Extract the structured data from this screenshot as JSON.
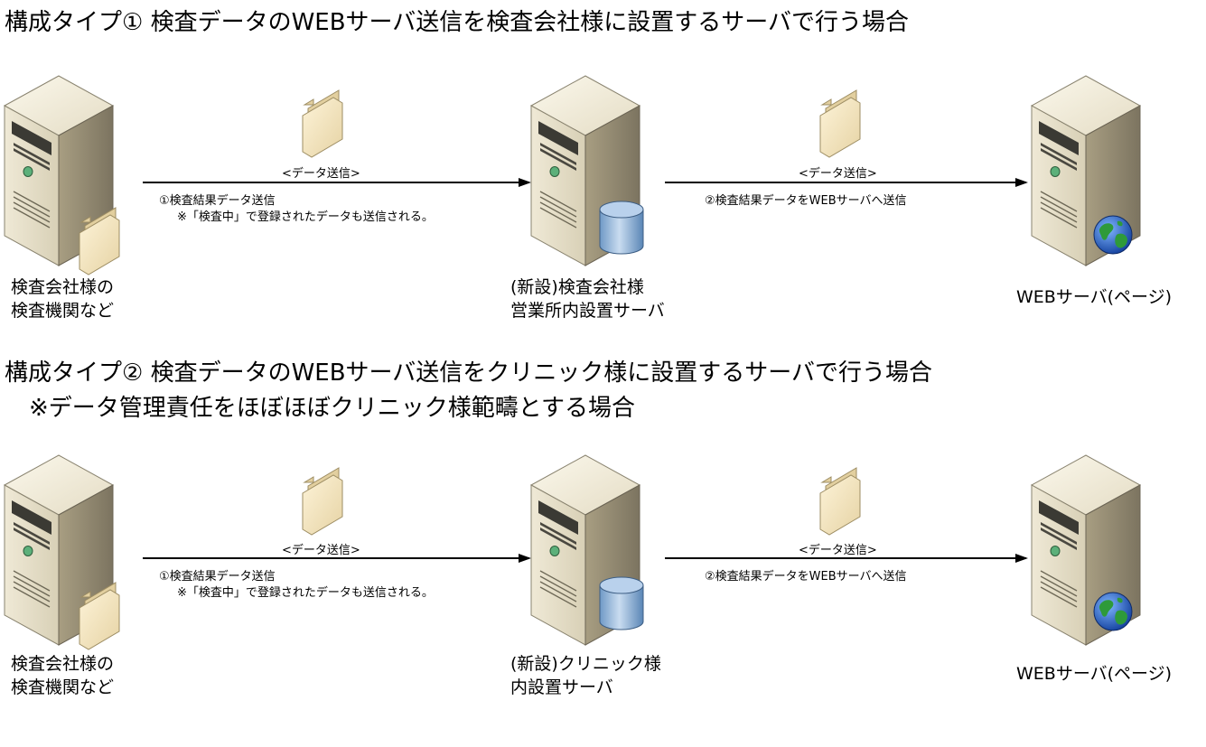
{
  "type1": {
    "heading": "構成タイプ①  検査データのWEBサーバ送信を検査会社様に設置するサーバで行う場合",
    "left_server": {
      "line1": "検査会社様の",
      "line2": "検査機関など"
    },
    "mid_server": {
      "line1": "(新設)検査会社様",
      "line2": "営業所内設置サーバ"
    },
    "right_server": {
      "label": "WEBサーバ(ページ)"
    },
    "arrow1": {
      "caption": "<データ送信>",
      "line1": "①検査結果データ送信",
      "line2": "※「検査中」で登録されたデータも送信される。"
    },
    "arrow2": {
      "caption": "<データ送信>",
      "line1": "②検査結果データをWEBサーバへ送信"
    }
  },
  "type2": {
    "heading": "構成タイプ②  検査データのWEBサーバ送信をクリニック様に設置するサーバで行う場合",
    "subheading": "※データ管理責任をほぼほぼクリニック様範疇とする場合",
    "left_server": {
      "line1": "検査会社様の",
      "line2": "検査機関など"
    },
    "mid_server": {
      "line1": "(新設)クリニック様",
      "line2": "内設置サーバ"
    },
    "right_server": {
      "label": "WEBサーバ(ページ)"
    },
    "arrow1": {
      "caption": "<データ送信>",
      "line1": "①検査結果データ送信",
      "line2": "※「検査中」で登録されたデータも送信される。"
    },
    "arrow2": {
      "caption": "<データ送信>",
      "line1": "②検査結果データをWEBサーバへ送信"
    }
  }
}
